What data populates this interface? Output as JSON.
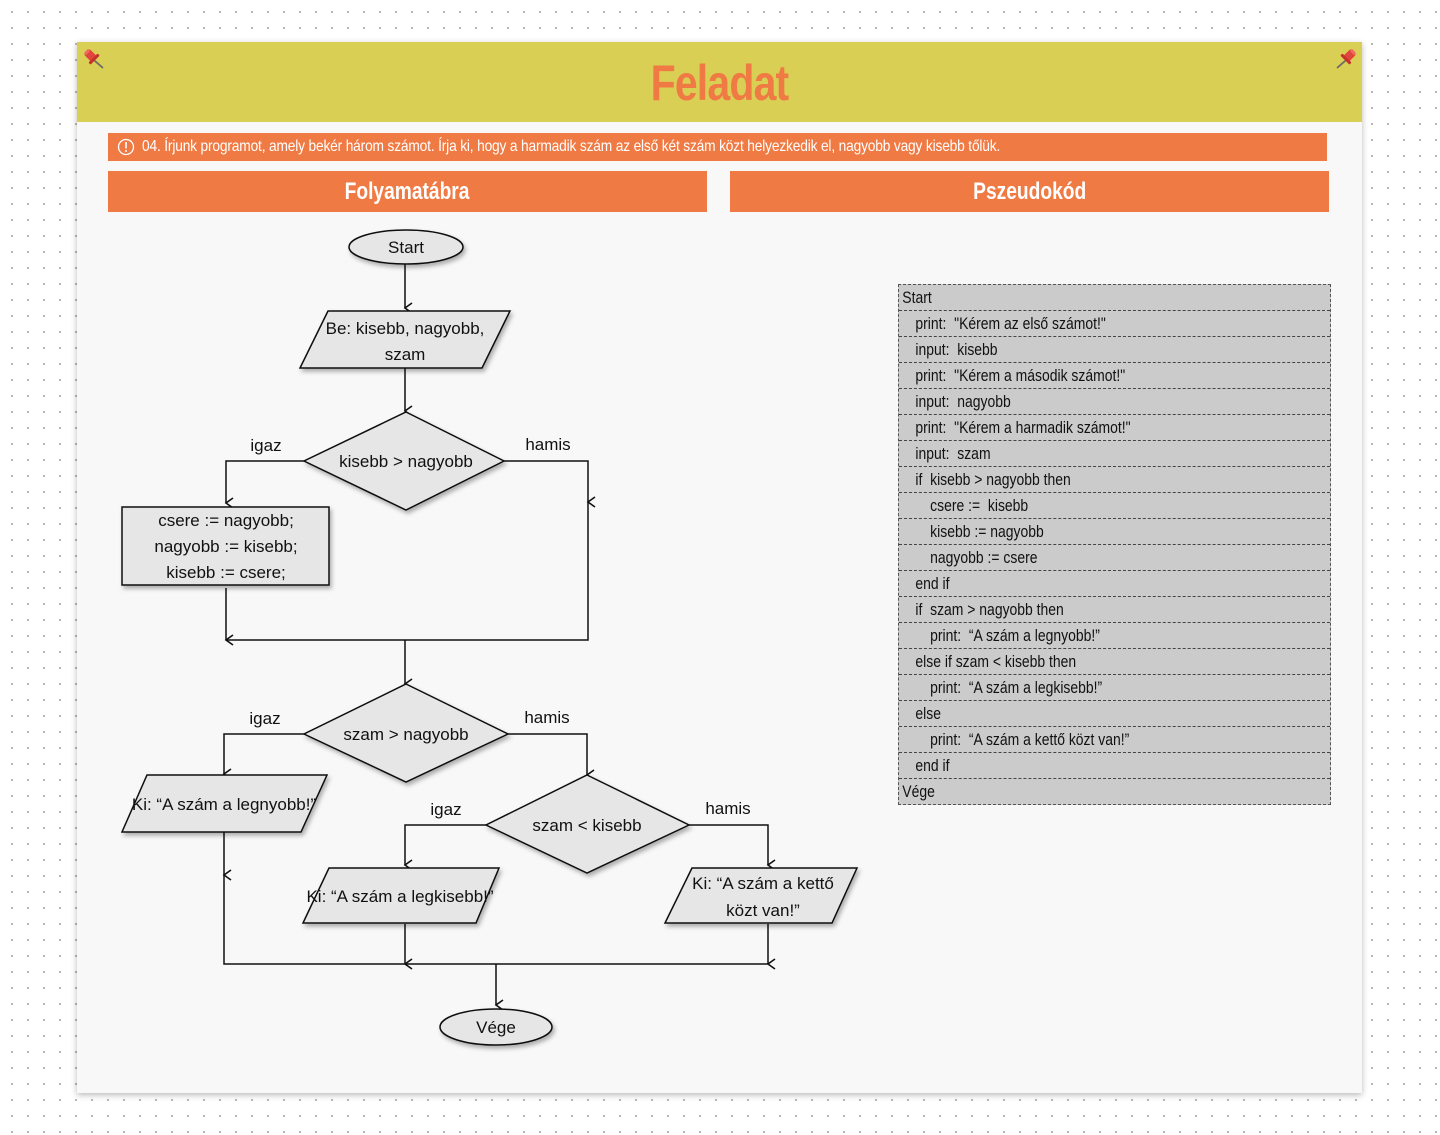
{
  "header": {
    "title": "Feladat"
  },
  "task": {
    "text": "04. Írjunk programot, amely bekér három számot. Írja ki, hogy a harmadik szám az első két szám közt helyezkedik el, nagyobb vagy kisebb tőlük."
  },
  "sections": {
    "flowchart": "Folyamatábra",
    "pseudocode": "Pszeudokód"
  },
  "flowchart": {
    "start": "Start",
    "input": [
      "Be: kisebb, nagyobb,",
      "szam"
    ],
    "decision1": "kisebb > nagyobb",
    "swap": [
      "csere := nagyobb;",
      "nagyobb := kisebb;",
      "kisebb := csere;"
    ],
    "decision2": "szam > nagyobb",
    "decision3": "szam < kisebb",
    "out_largest": "Ki: “A szám a legnyobb!”",
    "out_smallest": "Ki: “A szám a legkisebb!”",
    "out_between": [
      "Ki: “A szám a kettő",
      "közt van!”"
    ],
    "true_label": "igaz",
    "false_label": "hamis",
    "end": "Vége"
  },
  "pseudocode": {
    "lines": [
      {
        "indent": 0,
        "text": "Start"
      },
      {
        "indent": 1,
        "text": "print:  \"Kérem az első számot!\""
      },
      {
        "indent": 1,
        "text": "input:  kisebb"
      },
      {
        "indent": 1,
        "text": "print:  \"Kérem a második számot!\""
      },
      {
        "indent": 1,
        "text": "input:  nagyobb"
      },
      {
        "indent": 1,
        "text": "print:  \"Kérem a harmadik számot!\""
      },
      {
        "indent": 1,
        "text": "input:  szam"
      },
      {
        "indent": 1,
        "text": "if  kisebb > nagyobb then"
      },
      {
        "indent": 2,
        "text": "csere :=  kisebb"
      },
      {
        "indent": 2,
        "text": "kisebb := nagyobb"
      },
      {
        "indent": 2,
        "text": "nagyobb := csere"
      },
      {
        "indent": 1,
        "text": "end if"
      },
      {
        "indent": 1,
        "text": "if  szam > nagyobb then"
      },
      {
        "indent": 2,
        "text": "print:  “A szám a legnyobb!”"
      },
      {
        "indent": 1,
        "text": "else if szam < kisebb then"
      },
      {
        "indent": 2,
        "text": "print:  “A szám a legkisebb!”"
      },
      {
        "indent": 1,
        "text": "else"
      },
      {
        "indent": 2,
        "text": "print:  “A szám a kettő közt van!”"
      },
      {
        "indent": 1,
        "text": "end if"
      },
      {
        "indent": 0,
        "text": "Vége"
      }
    ]
  },
  "colors": {
    "accent": "#f07a43",
    "header": "#d9cf55",
    "node_fill": "#e6e6e6",
    "code_bg": "#cbcbcb",
    "pin": "#e0463c"
  },
  "icons": {
    "pin": "pushpin-icon",
    "task": "info-circle-icon"
  }
}
